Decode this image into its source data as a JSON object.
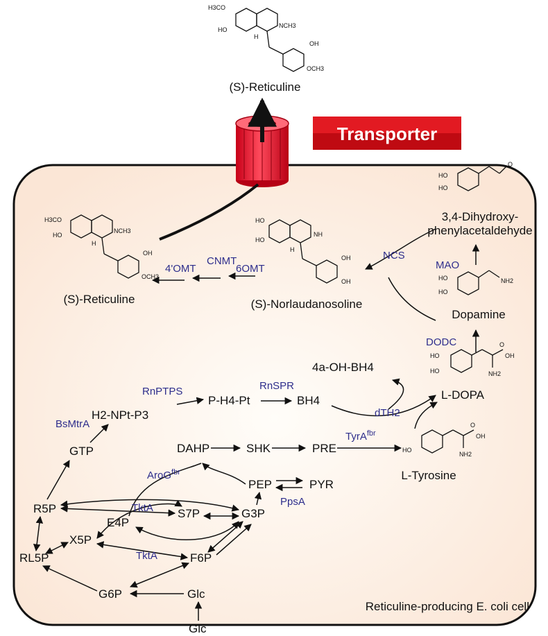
{
  "top_product": {
    "label": "(S)-Reticuline"
  },
  "transporter": {
    "label": "Transporter"
  },
  "cell": {
    "caption": "Reticuline-producing E. coli cell"
  },
  "structures": {
    "reticuline": {
      "label": "(S)-Reticuline"
    },
    "norlaudanosoline": {
      "label": "(S)-Norlaudanosoline"
    },
    "dhpaa": {
      "line1": "3,4-Dihydroxy-",
      "line2": "phenylacetaldehyde"
    },
    "dopamine": {
      "label": "Dopamine"
    },
    "ldopa": {
      "label": "L-DOPA"
    },
    "tyrosine": {
      "label": "L-Tyrosine"
    },
    "atoms": {
      "h3co": "H3CO",
      "ho": "HO",
      "oh": "OH",
      "och3": "OCH3",
      "nch3": "NCH3",
      "nh": "NH",
      "nh2": "NH2",
      "o": "O",
      "h": "H"
    }
  },
  "enzymes": {
    "omt4": "4'OMT",
    "cnmt": "CNMT",
    "omt6": "6OMT",
    "ncs": "NCS",
    "mao": "MAO",
    "dodc": "DODC",
    "dth2": "dTH2",
    "rnptps": "RnPTPS",
    "rnspr": "RnSPR",
    "bsmtra": "BsMtrA",
    "tyra": "TyrA",
    "tyra_sup": "fbr",
    "arog": "AroG",
    "arog_sup": "fbr",
    "tkta1": "TktA",
    "tkta2": "TktA",
    "ppsa": "PpsA"
  },
  "metabolites": {
    "oh_bh4": "4a-OH-BH4",
    "bh4": "BH4",
    "ph4pt": "P-H4-Pt",
    "h2nptp3": "H2-NPt-P3",
    "gtp": "GTP",
    "dahp": "DAHP",
    "shk": "SHK",
    "pre": "PRE",
    "pep": "PEP",
    "pyr": "PYR",
    "r5p": "R5P",
    "e4p": "E4P",
    "s7p": "S7P",
    "g3p": "G3P",
    "x5p": "X5P",
    "rl5p": "RL5P",
    "f6p": "F6P",
    "g6p": "G6P",
    "glc_in": "Glc",
    "glc_out": "Glc"
  }
}
